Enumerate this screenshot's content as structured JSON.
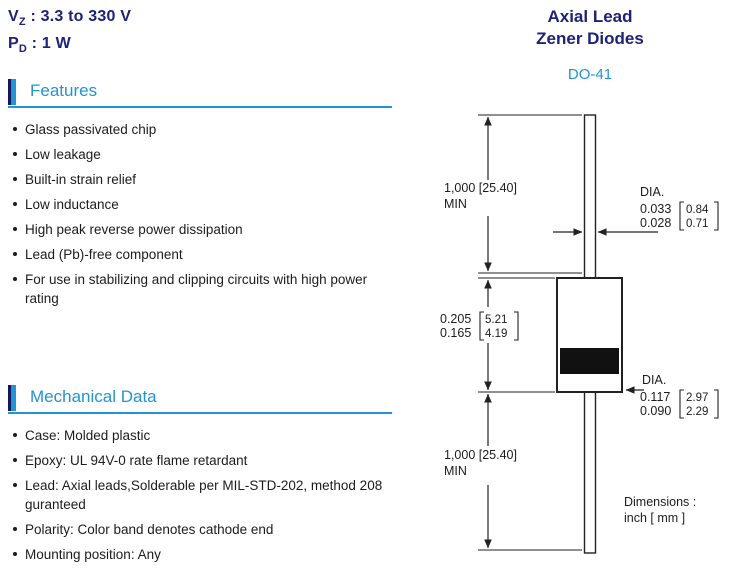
{
  "colors": {
    "navy": "#1e2277",
    "blue": "#2394d2",
    "ink": "#1c1c1c"
  },
  "header": {
    "vz_base": "V",
    "vz_sub": "Z",
    "vz_rest": " : 3.3 to 330 V",
    "pd_base": "P",
    "pd_sub": "D",
    "pd_rest": " : 1 W",
    "title_line1": "Axial Lead",
    "title_line2": "Zener Diodes",
    "package": "DO-41"
  },
  "features": {
    "title": "Features",
    "items": [
      "Glass passivated chip",
      "Low leakage",
      "Built-in strain relief",
      "Low inductance",
      "High peak reverse power dissipation",
      "Lead (Pb)-free component",
      "For use in stabilizing and clipping circuits with high power rating"
    ]
  },
  "mechanical": {
    "title": "Mechanical Data",
    "items": [
      "Case: Molded plastic",
      "Epoxy: UL 94V-0 rate flame retardant",
      "Lead: Axial leads,Solderable per MIL-STD-202, method 208 guranteed",
      "Polarity: Color band denotes cathode end",
      "Mounting position: Any"
    ]
  },
  "diagram": {
    "top_lead_length": "1,000 [25.40]",
    "top_lead_min": "MIN",
    "lead_dia_heading": "DIA.",
    "lead_dia_inch_max": "0.033",
    "lead_dia_inch_min": "0.028",
    "lead_dia_mm_max": "0.84",
    "lead_dia_mm_min": "0.71",
    "body_len_inch_max": "0.205",
    "body_len_inch_min": "0.165",
    "body_len_mm_max": "5.21",
    "body_len_mm_min": "4.19",
    "body_dia_heading": "DIA.",
    "body_dia_inch_max": "0.117",
    "body_dia_inch_min": "0.090",
    "body_dia_mm_max": "2.97",
    "body_dia_mm_min": "2.29",
    "bottom_lead_length": "1,000 [25.40]",
    "bottom_lead_min": "MIN",
    "dims_note_line1": "Dimensions :",
    "dims_note_line2": "inch [ mm ]"
  }
}
